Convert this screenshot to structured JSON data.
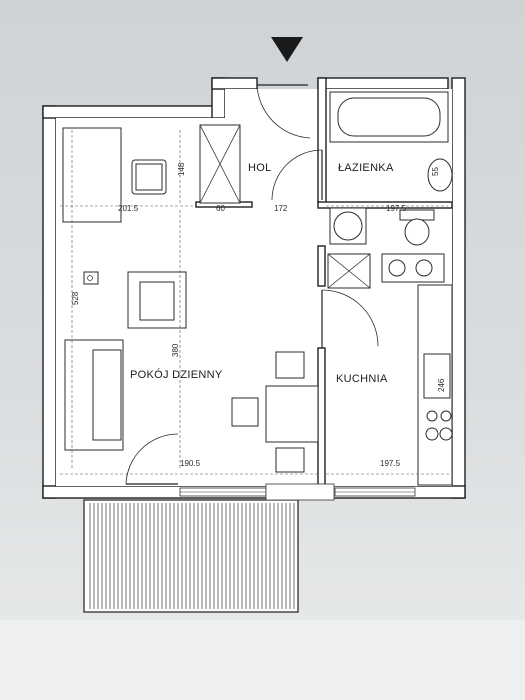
{
  "rooms": {
    "hall": "HOL",
    "bathroom": "ŁAZIENKA",
    "living": "POKÓJ DZIENNY",
    "kitchen": "KUCHNIA"
  },
  "dimensions": {
    "d201_5": "201.5",
    "d148": "148",
    "d60": "60",
    "d172": "172",
    "d197_5_top": "197.5",
    "d528": "528",
    "d380": "380",
    "d190_5": "190.5",
    "d197_5_bottom": "197.5",
    "d246": "246",
    "d55": "55"
  },
  "colors": {
    "paper": "#d8dbdd",
    "ink": "#1f1f1f",
    "floor": "#ffffff"
  }
}
